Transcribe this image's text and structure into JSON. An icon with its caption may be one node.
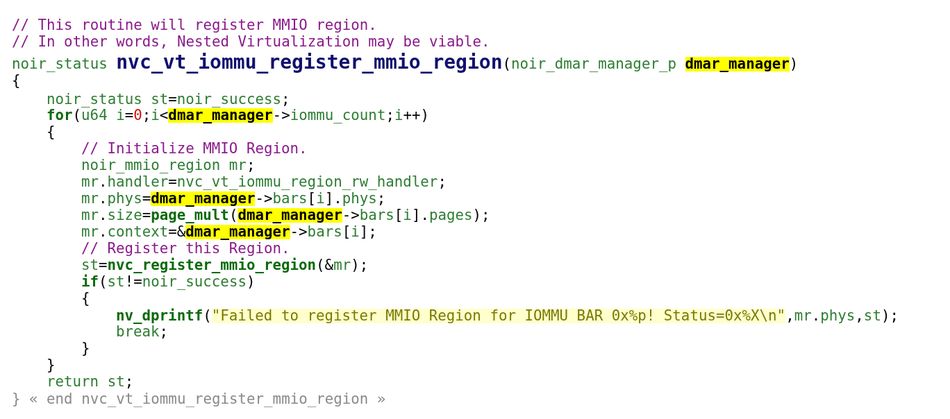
{
  "diagram": {
    "labels": [
      "// This routine will register MMIO region.",
      "// In other words, Nested Virtualization may be viable.",
      "noir_status nvc_vt_iommu_register_mmio_region(noir_dmar_manager_p dmar_manager)",
      "{",
      "noir_status st=noir_success;",
      "for(u64 i=0;i<dmar_manager->iommu_count;i++)",
      "{",
      "// Initialize MMIO Region.",
      "noir_mmio_region mr;",
      "mr.handler=nvc_vt_iommu_region_rw_handler;",
      "mr.phys=dmar_manager->bars[i].phys;",
      "mr.size=page_mult(dmar_manager->bars[i].pages);",
      "mr.context=&dmar_manager->bars[i];",
      "// Register this Region.",
      "st=nvc_register_mmio_region(&mr);",
      "if(st!=noir_success)",
      "{",
      "nv_dprintf(\"Failed to register MMIO Region for IOMMU BAR 0x%p! Status=0x%X\\n\",mr.phys,st);",
      "break;",
      "}",
      "}",
      "return st;",
      "} « end nvc_vt_iommu_register_mmio_region »"
    ]
  }
}
